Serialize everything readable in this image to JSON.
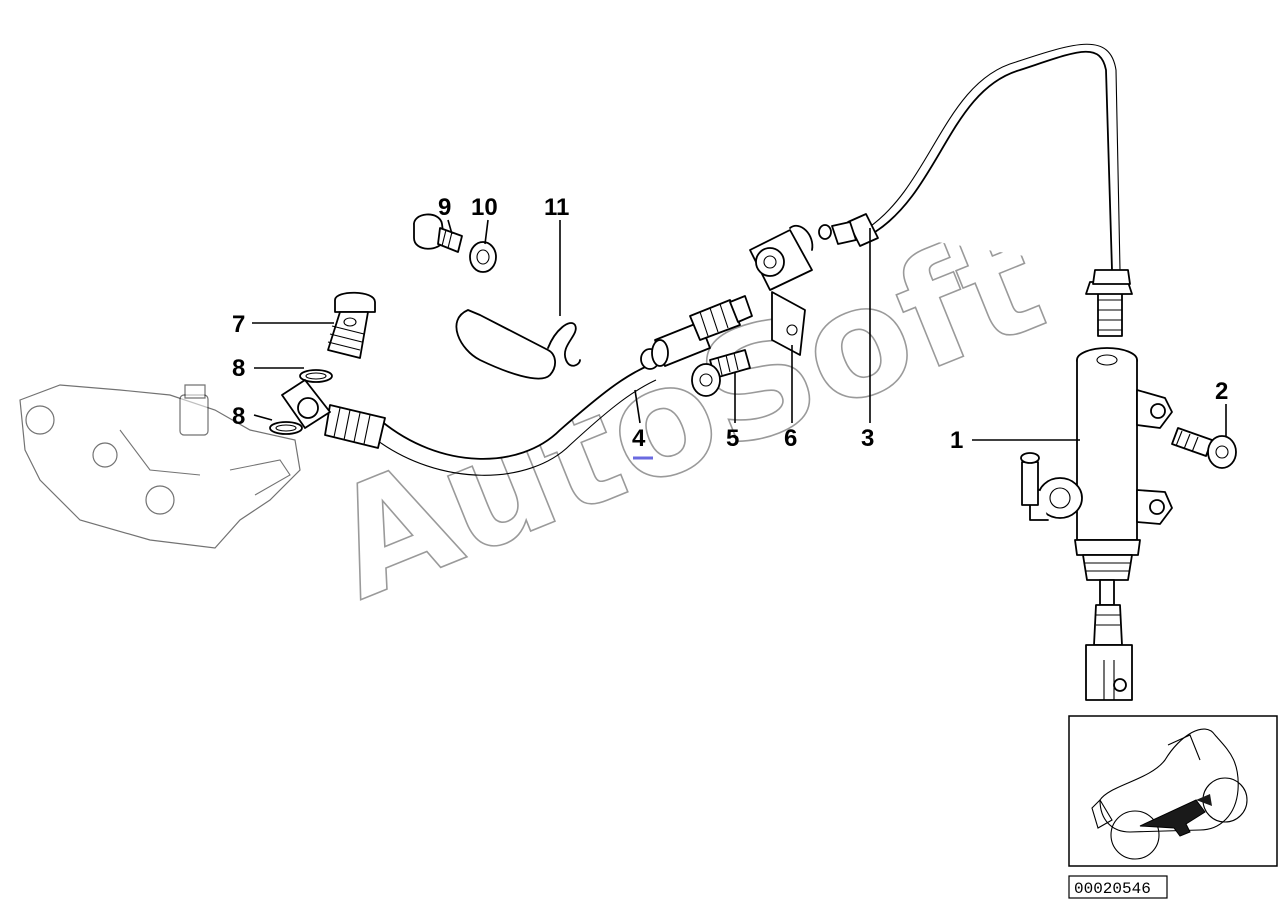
{
  "callouts": {
    "c1": "1",
    "c2": "2",
    "c3": "3",
    "c4": "4",
    "c5": "5",
    "c6": "6",
    "c7": "7",
    "c8a": "8",
    "c8b": "8",
    "c9": "9",
    "c10": "10",
    "c11": "11"
  },
  "watermark": "AutoSoft",
  "diagram_number": "00020546"
}
